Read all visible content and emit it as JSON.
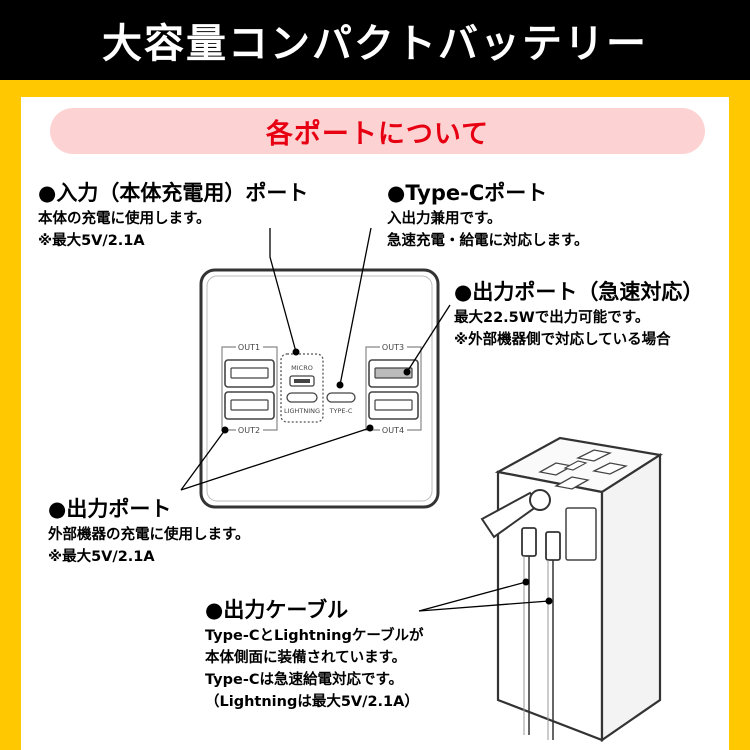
{
  "header": {
    "title": "大容量コンパクトバッテリー"
  },
  "section": {
    "title": "各ポートについて"
  },
  "input_port": {
    "title": "●入力（本体充電用）ポート",
    "lines": [
      "本体の充電に使用します。",
      "※最大5V/2.1A"
    ]
  },
  "typec_port": {
    "title": "●Type-Cポート",
    "lines": [
      "入出力兼用です。",
      "急速充電・給電に対応します。"
    ]
  },
  "fast_port": {
    "title": "●出力ポート（急速対応）",
    "lines": [
      "最大22.5Wで出力可能です。",
      "※外部機器側で対応している場合"
    ]
  },
  "output_port": {
    "title": "●出力ポート",
    "lines": [
      "外部機器の充電に使用します。",
      "※最大5V/2.1A"
    ]
  },
  "cable": {
    "title": "●出力ケーブル",
    "lines": [
      "Type-CとLightningケーブルが",
      "本体側面に装備されています。",
      "Type-Cは急速給電対応です。",
      "（Lightningは最大5V/2.1A）"
    ]
  },
  "device_labels": {
    "out1": "OUT1",
    "out2": "OUT2",
    "out3": "OUT3",
    "out4": "OUT4",
    "micro": "MICRO",
    "lightning": "LIGHTNING",
    "typec": "TYPE-C"
  }
}
